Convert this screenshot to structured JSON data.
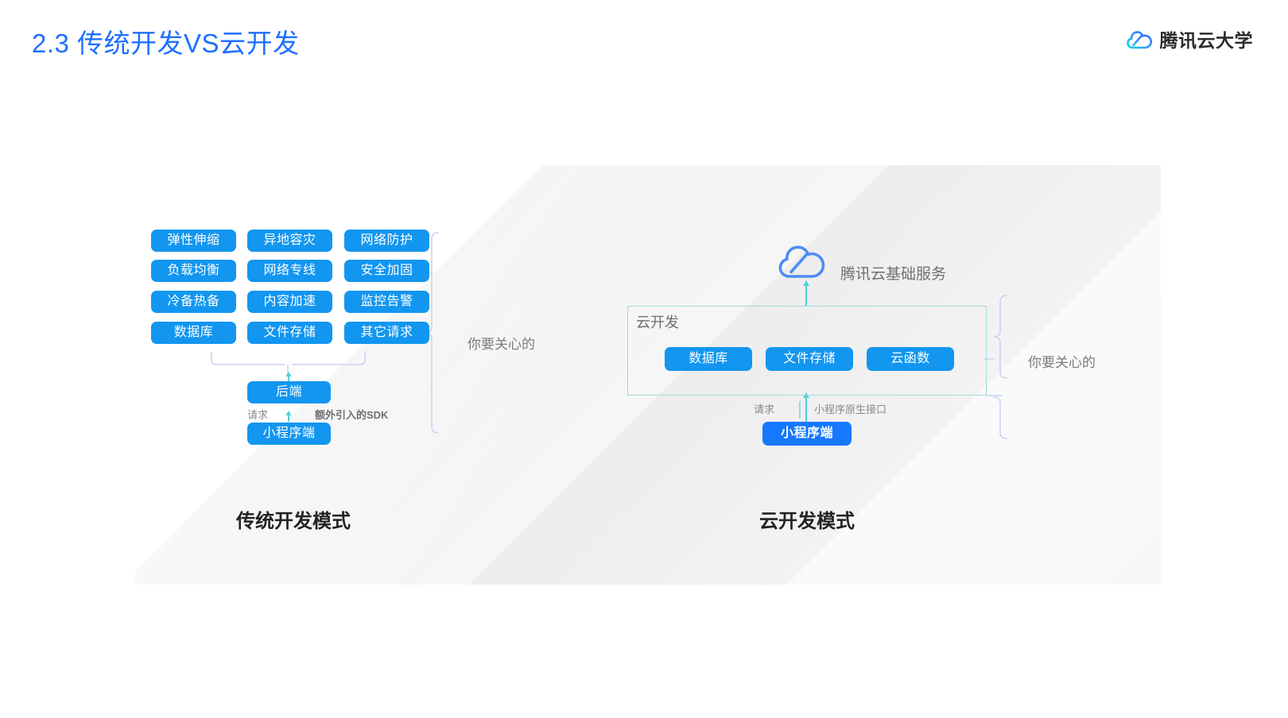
{
  "slide": {
    "title": "2.3 传统开发VS云开发",
    "brand_name": "腾讯云大学",
    "brand_logo_icon": "tencent-cloud-logo-icon"
  },
  "colors": {
    "title_blue": "#1E6FFF",
    "pill_blue": "#1296F0",
    "pill_dark_blue": "#1677FF",
    "box_border_teal": "#9FDBD9",
    "brace_lavender": "#C9D4F2",
    "arrow_cyan": "#4DD0D8",
    "label_grey": "#7B7B7B",
    "caption_black": "#232323",
    "panel_grey": "#F3F3F3"
  },
  "left": {
    "caption": "传统开发模式",
    "services_columns": [
      [
        "弹性伸缩",
        "负载均衡",
        "冷备热备",
        "数据库"
      ],
      [
        "异地容灾",
        "网络专线",
        "内容加速",
        "文件存储"
      ],
      [
        "网络防护",
        "安全加固",
        "监控告警",
        "其它请求"
      ]
    ],
    "backend": "后端",
    "client": "小程序端",
    "request_label": "请求",
    "sdk_label": "额外引入的SDK",
    "brace_label": "你要关心的"
  },
  "right": {
    "caption": "云开发模式",
    "cloud_service_label": "腾讯云基础服务",
    "cloud_service_icon": "tencent-cloud-icon",
    "box_title": "云开发",
    "box_items": [
      "数据库",
      "文件存储",
      "云函数"
    ],
    "client": "小程序端",
    "request_label": "请求",
    "native_api_label": "小程序原生接口",
    "brace_label": "你要关心的"
  }
}
